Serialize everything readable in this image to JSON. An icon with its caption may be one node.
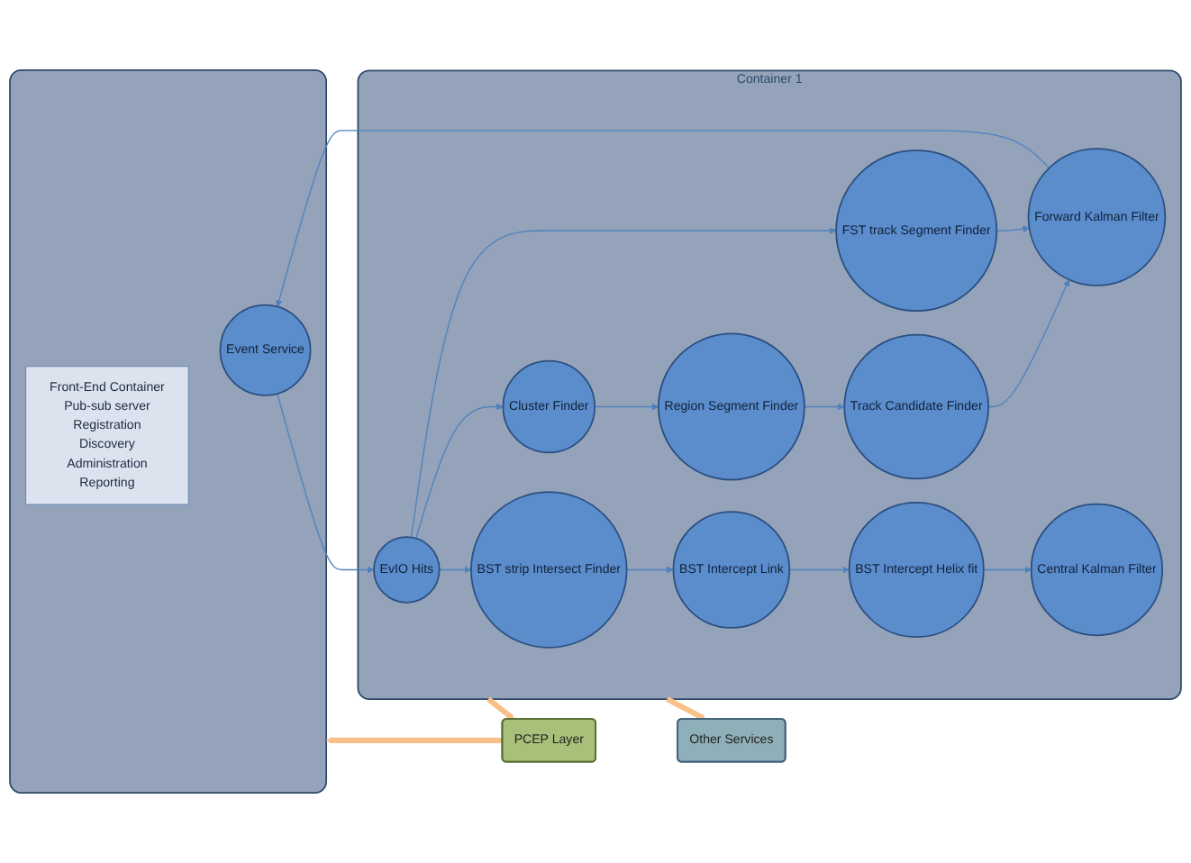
{
  "diagram": {
    "nodes": [
      {
        "text": [],
        "shape": "box"
      },
      {
        "text": [
          "Front-End Container",
          "Pub-sub server",
          "Registration",
          "Discovery",
          "Administration",
          "Reporting"
        ],
        "in": 0
      },
      {
        "text": [
          "Event Service"
        ],
        "in": 0
      },
      {
        "text": [
          "PCEP Layer"
        ]
      },
      {
        "text": [
          "Other Services"
        ]
      },
      {
        "text": [
          "Container 1"
        ]
      },
      {
        "text": [
          "EvIO Hits"
        ],
        "in": 5
      },
      {
        "text": [
          "Cluster Finder"
        ],
        "in": 5
      },
      {
        "text": [
          "Region Segment Finder"
        ],
        "in": 5
      },
      {
        "text": [
          "Track Candidate Finder"
        ],
        "in": 5
      },
      {
        "text": [
          "FST track Segment Finder"
        ],
        "in": 5
      },
      {
        "text": [
          "Forward Kalman Filter"
        ],
        "in": 5
      },
      {
        "text": [
          "BST strip Intersect Finder"
        ],
        "in": 5
      },
      {
        "text": [
          "BST Intercept Link"
        ],
        "in": 5
      },
      {
        "text": [
          "BST Intercept Helix fit"
        ],
        "in": 5
      },
      {
        "text": [
          "Central Kalman Filter"
        ],
        "in": 5
      }
    ],
    "edges": [
      {
        "from": 5,
        "to": 4,
        "arrow": "to",
        "style": "thick",
        "color": "#f9c08a"
      },
      {
        "from": 5,
        "to": 3,
        "arrow": "to",
        "style": "thick",
        "color": "#f9c08a"
      },
      {
        "from": 3,
        "to": 0,
        "arrow": "to",
        "style": "thick",
        "color": "#f9c08a"
      },
      {
        "from": 2,
        "to": 6,
        "arrow": "to"
      },
      {
        "from": 6,
        "to": 7,
        "arrow": "to"
      },
      {
        "from": 6,
        "to": 10,
        "arrow": "to"
      },
      {
        "from": 6,
        "to": 12,
        "arrow": "to"
      },
      {
        "from": 7,
        "to": 8,
        "arrow": "to"
      },
      {
        "from": 8,
        "to": 9,
        "arrow": "to"
      },
      {
        "from": 9,
        "to": 11,
        "arrow": "to"
      },
      {
        "from": 10,
        "to": 11,
        "arrow": "to"
      },
      {
        "from": 12,
        "to": 13,
        "arrow": "to"
      },
      {
        "from": 13,
        "to": 14,
        "arrow": "to"
      },
      {
        "from": 14,
        "to": 15,
        "arrow": "to"
      },
      {
        "from": 11,
        "to": 2,
        "arrow": "to"
      }
    ]
  }
}
